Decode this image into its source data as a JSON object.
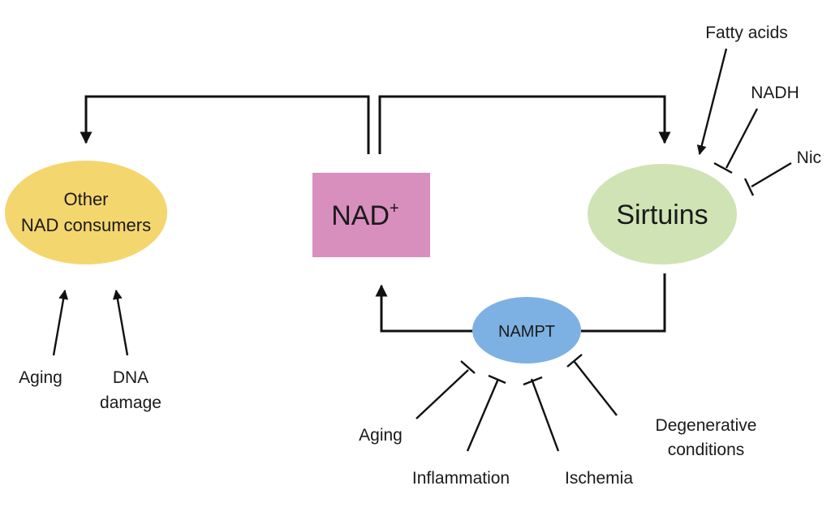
{
  "diagram": {
    "nodes": {
      "other_nad_consumers": {
        "line1": "Other",
        "line2": "NAD consumers",
        "color": "#f4d66e"
      },
      "nad_plus": {
        "label": "NAD",
        "superscript": "+",
        "color": "#d88fbd"
      },
      "sirtuins": {
        "label": "Sirtuins",
        "color": "#cfe3b4"
      },
      "nampt": {
        "label": "NAMPT",
        "color": "#7db1e3"
      }
    },
    "modulators": {
      "sirtuins": [
        {
          "label": "Fatty acids",
          "effect": "activates"
        },
        {
          "label": "NADH",
          "effect": "inhibits"
        },
        {
          "label": "Nic",
          "effect": "inhibits"
        }
      ],
      "other_nad_consumers": [
        {
          "label": "Aging",
          "effect": "activates"
        },
        {
          "line1": "DNA",
          "line2": "damage",
          "effect": "activates"
        }
      ],
      "nampt": [
        {
          "label": "Aging",
          "effect": "inhibits"
        },
        {
          "label": "Inflammation",
          "effect": "inhibits"
        },
        {
          "label": "Ischemia",
          "effect": "inhibits"
        },
        {
          "line1": "Degenerative",
          "line2": "conditions",
          "effect": "inhibits"
        }
      ]
    },
    "edges": [
      {
        "from": "NAD+",
        "to": "Other NAD consumers",
        "type": "arrow"
      },
      {
        "from": "NAD+",
        "to": "Sirtuins",
        "type": "arrow"
      },
      {
        "from": "Sirtuins",
        "to": "NAMPT",
        "type": "line"
      },
      {
        "from": "NAMPT",
        "to": "NAD+",
        "type": "arrow"
      }
    ]
  }
}
